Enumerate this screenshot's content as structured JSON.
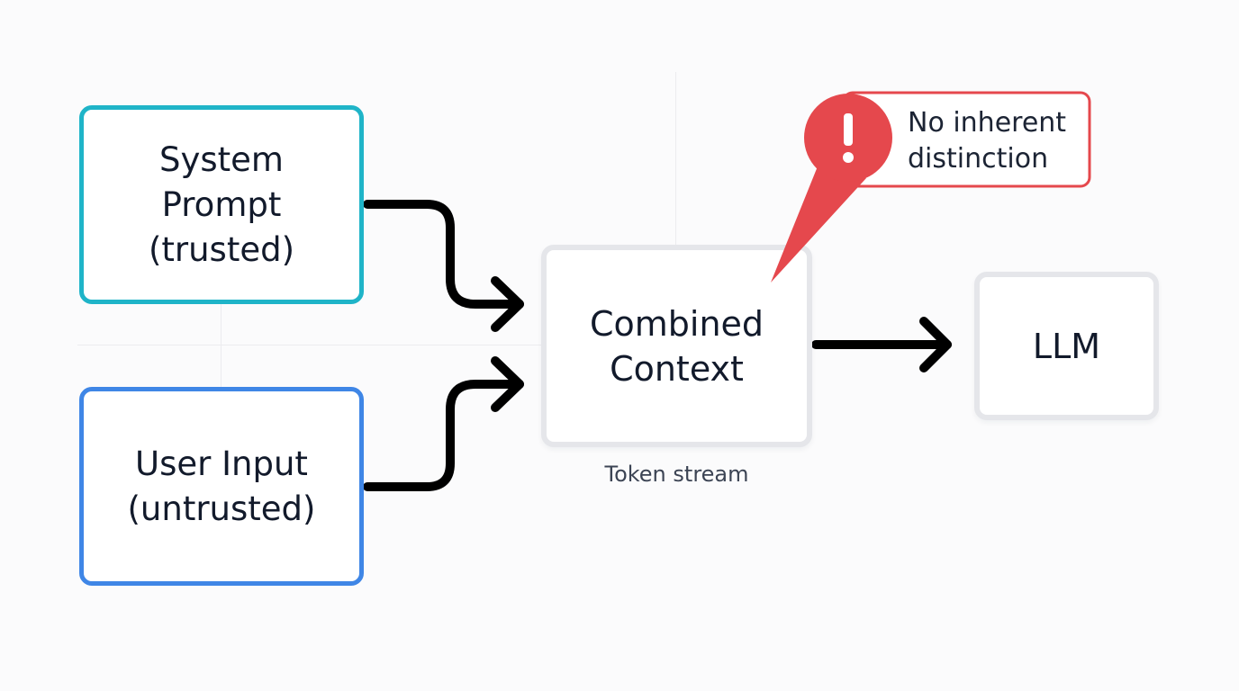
{
  "nodes": {
    "system_prompt": {
      "lines": [
        "System",
        "Prompt",
        "(trusted)"
      ],
      "border_color": "#1fb4c8"
    },
    "user_input": {
      "lines": [
        "User Input",
        "(untrusted)"
      ],
      "border_color": "#3f86e6"
    },
    "combined_context": {
      "lines": [
        "Combined",
        "Context"
      ],
      "caption": "Token stream"
    },
    "llm": {
      "label": "LLM"
    }
  },
  "callout": {
    "icon": "exclamation-icon",
    "lines": [
      "No inherent",
      "distinction"
    ],
    "color": "#e5484d"
  },
  "colors": {
    "arrow": "#000000",
    "text": "#121a2b"
  }
}
